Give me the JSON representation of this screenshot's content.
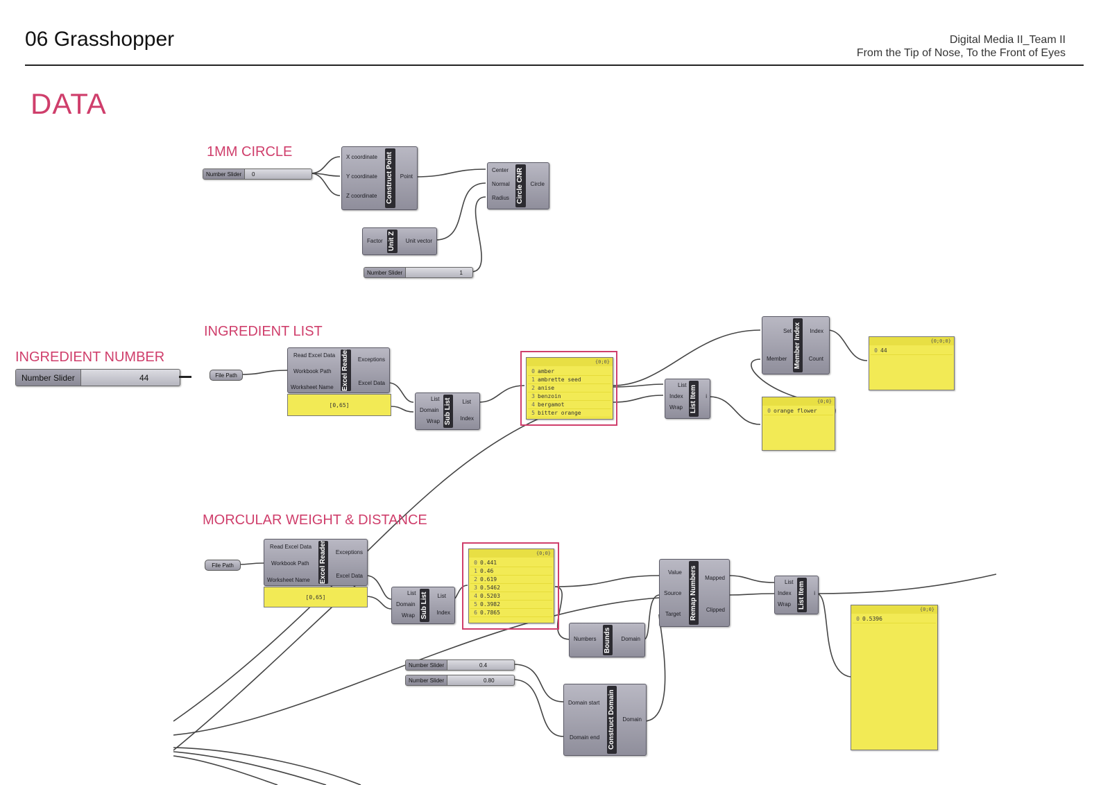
{
  "header": {
    "section_number": "06",
    "section_title": "Grasshopper",
    "course": "Digital Media II_Team II",
    "project": "From the Tip of Nose, To the Front of Eyes"
  },
  "page_title": "DATA",
  "groups": {
    "circle": "1MM CIRCLE",
    "ingredient_list": "INGREDIENT LIST",
    "ingredient_number": "INGREDIENT NUMBER",
    "molecular": "MORCULAR WEIGHT & DISTANCE"
  },
  "sliders": {
    "circle_z": {
      "label": "Number Slider",
      "value": "0"
    },
    "radius": {
      "label": "Number Slider",
      "value": "1"
    },
    "ingredient_number": {
      "label": "Number Slider",
      "value": "44"
    },
    "target_min": {
      "label": "Number Slider",
      "value": "0.4"
    },
    "target_max": {
      "label": "Number Slider",
      "value": "0.80"
    }
  },
  "file_path": "File Path",
  "components": {
    "construct_point": {
      "title": "Construct Point",
      "inputs": [
        "X coordinate",
        "Y coordinate",
        "Z coordinate"
      ],
      "outputs": [
        "Point"
      ]
    },
    "circle_cnr": {
      "title": "Circle CNR",
      "inputs": [
        "Center",
        "Normal",
        "Radius"
      ],
      "outputs": [
        "Circle"
      ]
    },
    "unit_z": {
      "title": "Unit Z",
      "inputs": [
        "Factor"
      ],
      "outputs": [
        "Unit vector"
      ]
    },
    "excel_reader_1": {
      "title": "Excel Reader",
      "inputs": [
        "Read Excel Data",
        "Workbook Path",
        "Worksheet Name"
      ],
      "outputs": [
        "Exceptions",
        "Excel Data"
      ],
      "range": "[0,65]"
    },
    "sub_list_1": {
      "title": "Sub List",
      "inputs": [
        "List",
        "Domain",
        "Wrap"
      ],
      "outputs": [
        "List",
        "Index"
      ]
    },
    "list_item_1": {
      "title": "List Item",
      "inputs": [
        "List",
        "Index",
        "Wrap"
      ],
      "outputs": [
        "i"
      ]
    },
    "member_index": {
      "title": "Member Index",
      "inputs": [
        "Set",
        "Member"
      ],
      "outputs": [
        "Index",
        "Count"
      ]
    },
    "excel_reader_2": {
      "title": "Excel Reader",
      "inputs": [
        "Read Excel Data",
        "Workbook Path",
        "Worksheet Name"
      ],
      "outputs": [
        "Exceptions",
        "Excel Data"
      ],
      "range": "[0,65]"
    },
    "sub_list_2": {
      "title": "Sub List",
      "inputs": [
        "List",
        "Domain",
        "Wrap"
      ],
      "outputs": [
        "List",
        "Index"
      ]
    },
    "remap_numbers": {
      "title": "Remap Numbers",
      "inputs": [
        "Value",
        "Source",
        "Target"
      ],
      "outputs": [
        "Mapped",
        "Clipped"
      ]
    },
    "list_item_2": {
      "title": "List Item",
      "inputs": [
        "List",
        "Index",
        "Wrap"
      ],
      "outputs": [
        "i"
      ]
    },
    "bounds": {
      "title": "Bounds",
      "inputs": [
        "Numbers"
      ],
      "outputs": [
        "Domain"
      ]
    },
    "construct_domain": {
      "title": "Construct Domain",
      "inputs": [
        "Domain start",
        "Domain end"
      ],
      "outputs": [
        "Domain"
      ]
    }
  },
  "panels": {
    "ingredients": {
      "path": "{0;0}",
      "rows": [
        {
          "i": "0",
          "v": "amber"
        },
        {
          "i": "1",
          "v": "ambrette seed"
        },
        {
          "i": "2",
          "v": "anise"
        },
        {
          "i": "3",
          "v": "benzoin"
        },
        {
          "i": "4",
          "v": "bergamot"
        },
        {
          "i": "5",
          "v": "bitter orange"
        }
      ]
    },
    "member_index_out": {
      "path": "{0;0;0}",
      "rows": [
        {
          "i": "0",
          "v": "44"
        }
      ]
    },
    "selected_ingredient": {
      "path": "{0;0}",
      "rows": [
        {
          "i": "0",
          "v": "orange flower"
        }
      ]
    },
    "weights": {
      "path": "{0;0}",
      "rows": [
        {
          "i": "0",
          "v": "0.441"
        },
        {
          "i": "1",
          "v": "0.46"
        },
        {
          "i": "2",
          "v": "0.619"
        },
        {
          "i": "3",
          "v": "0.5462"
        },
        {
          "i": "4",
          "v": "0.5203"
        },
        {
          "i": "5",
          "v": "0.3982"
        },
        {
          "i": "6",
          "v": "0.7865"
        }
      ]
    },
    "result": {
      "path": "{0;0}",
      "rows": [
        {
          "i": "0",
          "v": "0.5396"
        }
      ]
    }
  },
  "colors": {
    "accent": "#cf3e6b",
    "panel": "#f2ea55",
    "component": "#9c9ba8"
  }
}
